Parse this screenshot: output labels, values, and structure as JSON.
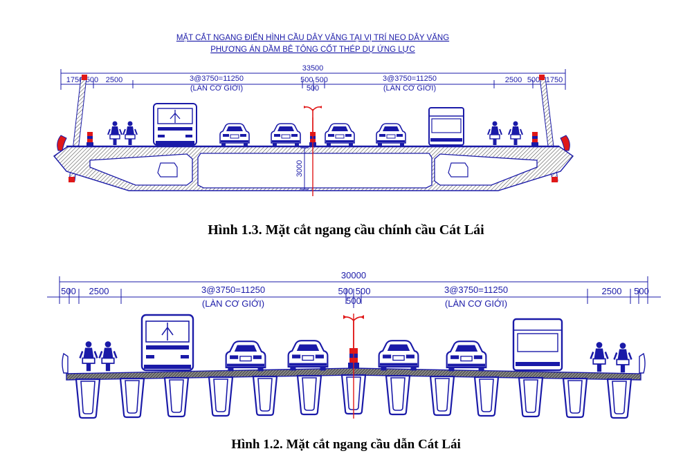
{
  "top_figure": {
    "header_line1": "MẶT CẮT NGANG ĐIỂN HÌNH CẦU DÂY VĂNG TẠI VỊ TRÍ NEO DÂY VĂNG",
    "header_line2": "PHƯƠNG ÁN DẦM BÊ TÔNG CỐT THÉP DỰ ỨNG LỰC",
    "dims": {
      "total": "33500",
      "left_edge": "1750",
      "left_500": "500",
      "left_sidewalk": "2500",
      "left_lanes": "3@3750=11250",
      "left_lanes_note": "(LÀN CƠ GIỚI)",
      "median": "500 500",
      "median_center": "500",
      "right_lanes": "3@3750=11250",
      "right_lanes_note": "(LÀN CƠ GIỚI)",
      "right_sidewalk": "2500",
      "right_500": "500",
      "right_edge": "1750",
      "depth": "3000"
    },
    "caption": "Hình 1.3. Mặt cắt ngang cầu chính cầu Cát Lái"
  },
  "bottom_figure": {
    "dims": {
      "total": "30000",
      "left_500": "500",
      "left_sidewalk": "2500",
      "left_lanes": "3@3750=11250",
      "left_lanes_note": "(LÀN CƠ GIỚI)",
      "median": "500 500",
      "median_center": "500",
      "right_lanes": "3@3750=11250",
      "right_lanes_note": "(LÀN CƠ GIỚI)",
      "right_sidewalk": "2500",
      "right_500": "500"
    },
    "caption": "Hình 1.2. Mặt cắt ngang cầu dẫn Cát Lái"
  },
  "colors": {
    "line": "#1a1aa8",
    "axis": "#e01818",
    "hatch": "#4a4a4a"
  }
}
